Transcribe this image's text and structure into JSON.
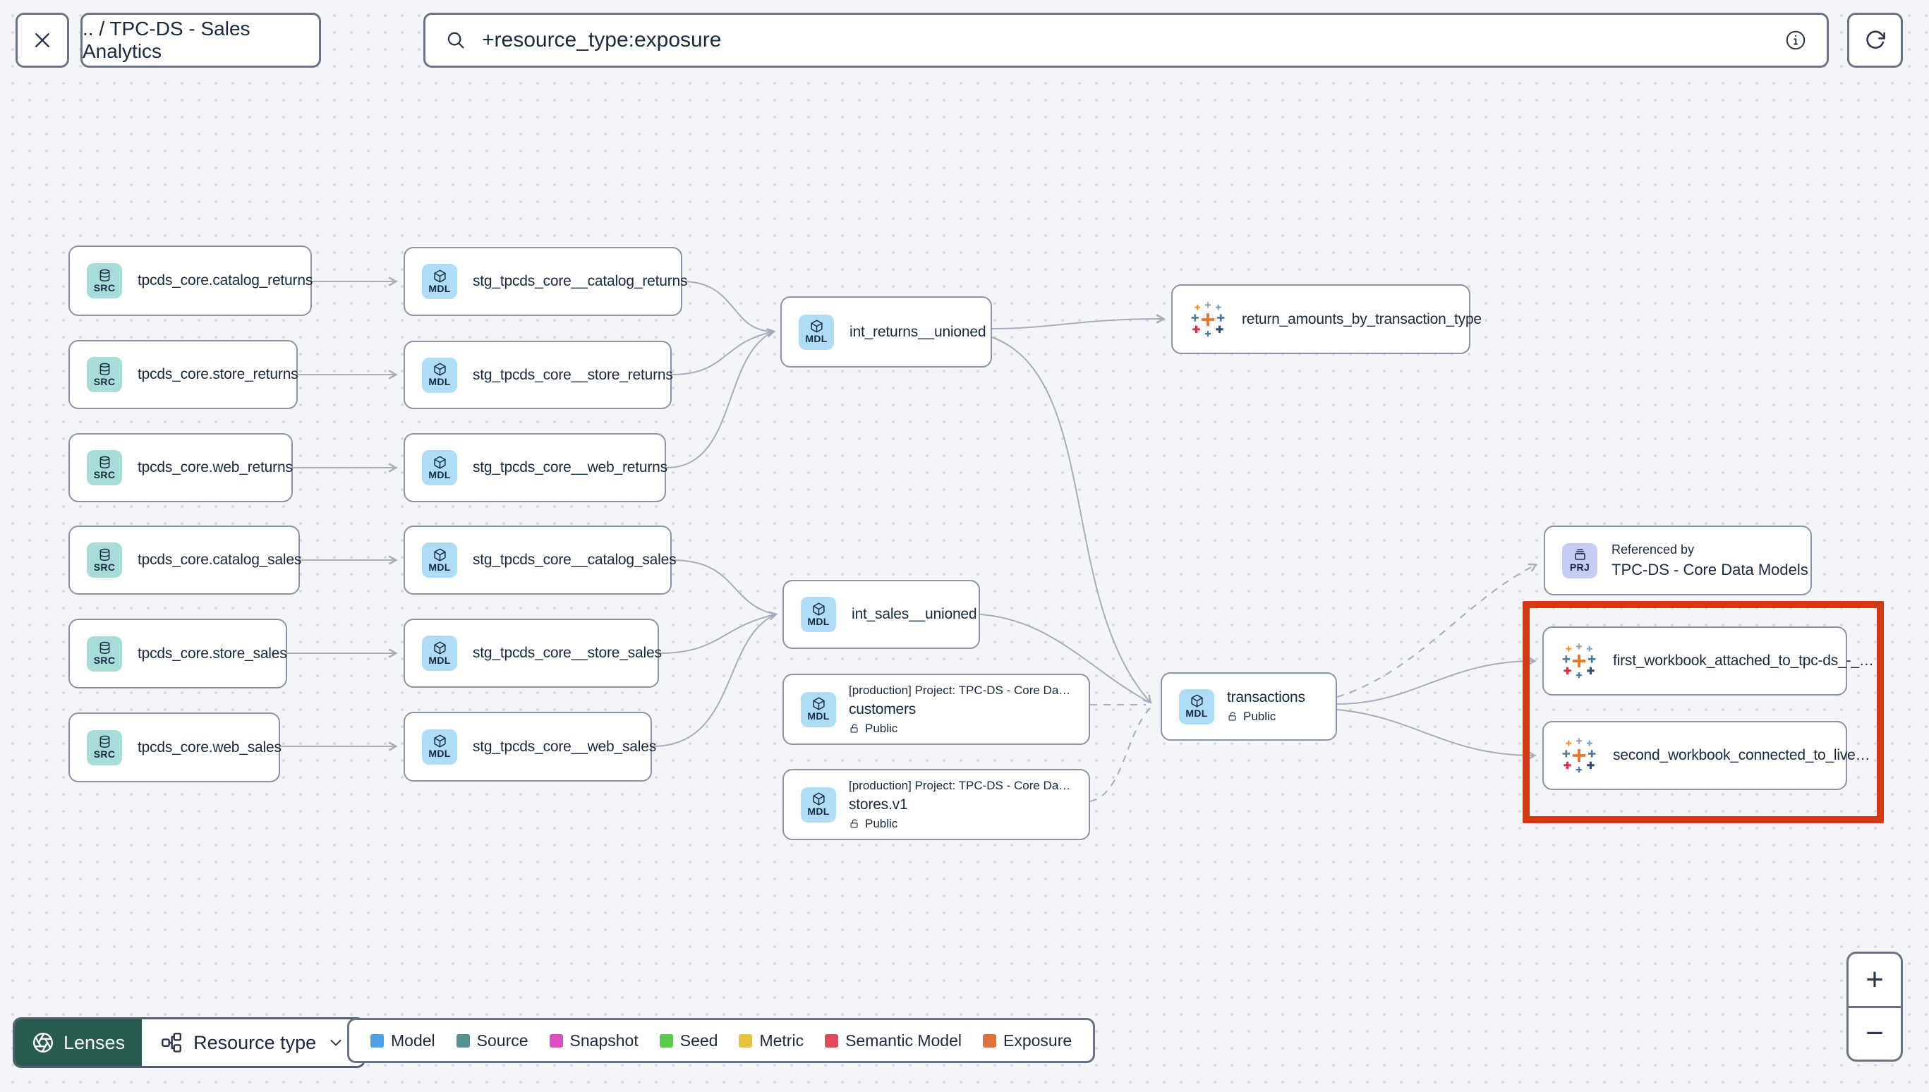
{
  "header": {
    "breadcrumb": ".. / TPC-DS - Sales Analytics",
    "search_value": "+resource_type:exposure"
  },
  "badges": {
    "source": "SRC",
    "model": "MDL",
    "project": "PRJ"
  },
  "graph": {
    "nodes": [
      {
        "name": "tpcds_core.catalog_returns"
      },
      {
        "name": "tpcds_core.store_returns"
      },
      {
        "name": "tpcds_core.web_returns"
      },
      {
        "name": "tpcds_core.catalog_sales"
      },
      {
        "name": "tpcds_core.store_sales"
      },
      {
        "name": "tpcds_core.web_sales"
      },
      {
        "name": "stg_tpcds_core__catalog_returns"
      },
      {
        "name": "stg_tpcds_core__store_returns"
      },
      {
        "name": "stg_tpcds_core__web_returns"
      },
      {
        "name": "stg_tpcds_core__catalog_sales"
      },
      {
        "name": "stg_tpcds_core__store_sales"
      },
      {
        "name": "stg_tpcds_core__web_sales"
      },
      {
        "name": "int_returns__unioned"
      },
      {
        "name": "int_sales__unioned"
      },
      {
        "project": "[production] Project: TPC-DS - Core Data Mo…",
        "name": "customers",
        "access": "Public"
      },
      {
        "project": "[production] Project: TPC-DS - Core Data Mo…",
        "name": "stores.v1",
        "access": "Public"
      },
      {
        "name": "transactions",
        "access": "Public"
      },
      {
        "name": "return_amounts_by_transaction_type"
      },
      {
        "name": "first_workbook_attached_to_tpc-ds_-_…"
      },
      {
        "name": "second_workbook_connected_to_live…"
      }
    ],
    "referenced_by": {
      "title": "Referenced by",
      "name": "TPC-DS - Core Data Models"
    }
  },
  "footer": {
    "lenses_label": "Lenses",
    "resource_type_label": "Resource type",
    "legend": [
      {
        "label": "Model",
        "color": "#4C9FE8"
      },
      {
        "label": "Source",
        "color": "#579090"
      },
      {
        "label": "Snapshot",
        "color": "#DE4FC2"
      },
      {
        "label": "Seed",
        "color": "#55CB49"
      },
      {
        "label": "Metric",
        "color": "#E6C33C"
      },
      {
        "label": "Semantic Model",
        "color": "#E04A5A"
      },
      {
        "label": "Exposure",
        "color": "#E2703C"
      }
    ]
  },
  "zoom_controls": {
    "zoom_in": "+",
    "zoom_out": "−"
  }
}
